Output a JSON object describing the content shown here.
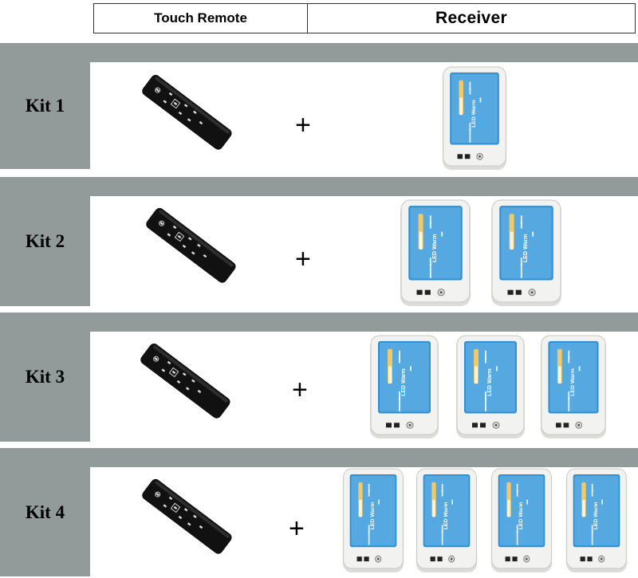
{
  "header": {
    "touch_remote": "Touch Remote",
    "receiver": "Receiver"
  },
  "plus_sign": "+",
  "kits": [
    {
      "label": "Kit 1",
      "receiver_count": 1
    },
    {
      "label": "Kit 2",
      "receiver_count": 2
    },
    {
      "label": "Kit 3",
      "receiver_count": 3
    },
    {
      "label": "Kit 4",
      "receiver_count": 4
    }
  ],
  "receiver_label": "LED Warm",
  "colors": {
    "band_gray": "#939a9a",
    "remote_black": "#111111",
    "receiver_white": "#f2f2f0",
    "receiver_blue": "#2f8fd0"
  }
}
